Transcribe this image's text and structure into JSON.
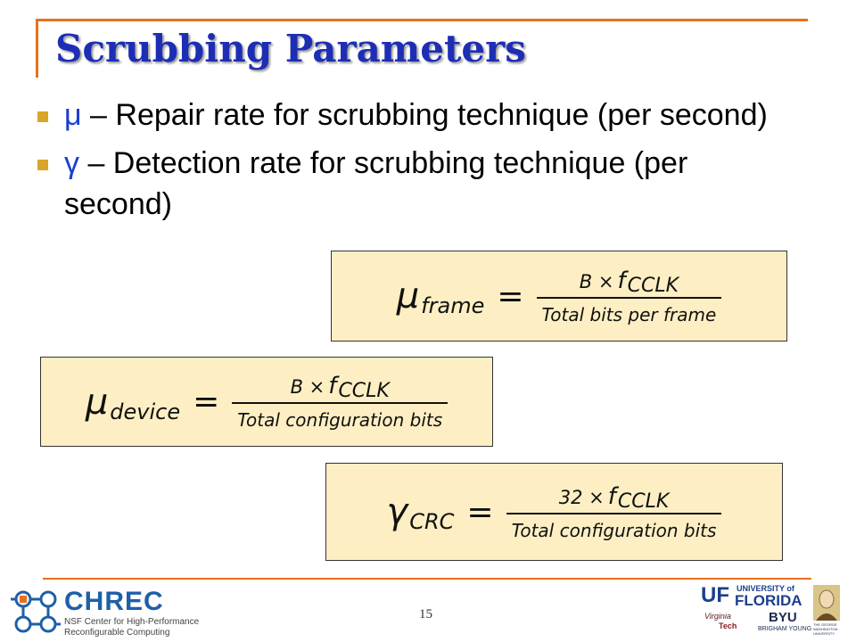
{
  "slide": {
    "title": "Scrubbing Parameters",
    "page_number": "15"
  },
  "bullets": [
    {
      "symbol": "μ",
      "text": " – Repair rate for scrubbing technique (per second)"
    },
    {
      "symbol": "γ",
      "text": " – Detection rate for scrubbing technique (per second)"
    }
  ],
  "formulas": [
    {
      "lhs_symbol": "μ",
      "lhs_subscript": "frame",
      "equals": "=",
      "numerator_prefix": "B ×",
      "numerator_f": "f",
      "numerator_subscript": "CCLK",
      "denominator": "Total bits per frame"
    },
    {
      "lhs_symbol": "μ",
      "lhs_subscript": "device",
      "equals": "=",
      "numerator_prefix": "B ×",
      "numerator_f": "f",
      "numerator_subscript": "CCLK",
      "denominator": "Total configuration bits"
    },
    {
      "lhs_symbol": "γ",
      "lhs_subscript": "CRC",
      "equals": "=",
      "numerator_prefix": "32 ×",
      "numerator_f": "f",
      "numerator_subscript": "CCLK",
      "denominator": "Total configuration bits"
    }
  ],
  "logos": {
    "chrec_name": "CHREC",
    "chrec_line1": "NSF Center for High-Performance",
    "chrec_line2": "Reconfigurable Computing",
    "uf_mark": "UF",
    "uf_top": "UNIVERSITY of",
    "uf_bottom": "FLORIDA",
    "vt_top": "Virginia",
    "vt_bottom": "Tech",
    "byu": "BYU",
    "byu_sub": "BRIGHAM YOUNG",
    "gw_text": "THE GEORGE WASHINGTON UNIVERSITY"
  },
  "colors": {
    "accent_rule": "#e8701e",
    "title": "#1d2eb5",
    "symbol": "#1a3fd0",
    "bullet_marker": "#d9a627",
    "formula_bg": "#fdefc3"
  }
}
